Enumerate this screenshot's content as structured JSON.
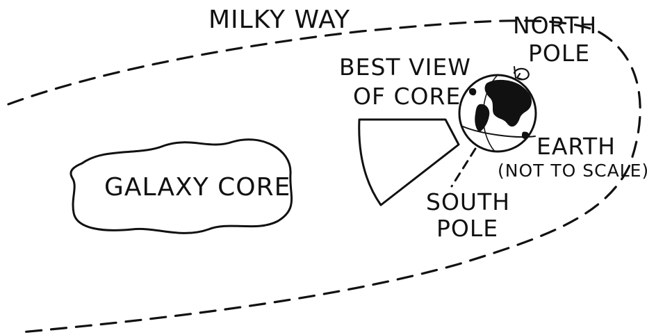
{
  "labels": {
    "milky_way": "MILKY WAY",
    "north_pole_line1": "NORTH",
    "north_pole_line2": "POLE",
    "best_view_line1": "BEST VIEW",
    "best_view_line2": "OF CORE",
    "galaxy_core": "GALAXY CORE",
    "earth": "EARTH",
    "earth_note": "(NOT TO SCALE)",
    "south_pole_line1": "SOUTH",
    "south_pole_line2": "POLE"
  },
  "colors": {
    "ink": "#111111",
    "background": "#ffffff"
  }
}
